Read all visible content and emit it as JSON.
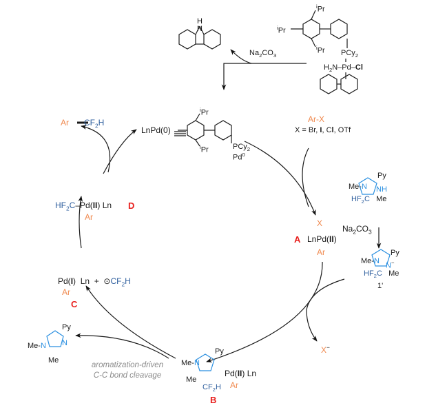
{
  "diagram": {
    "type": "catalytic-cycle",
    "precatalyst": {
      "ligand_substituents": [
        "iPr",
        "iPr",
        "iPr"
      ],
      "phosphine": "PCy2",
      "metal_center": "Pd",
      "amine": "H2N",
      "halide": "Cl"
    },
    "activation": {
      "reagent": "Na2CO3",
      "byproduct": "carbazole"
    },
    "pd0": {
      "label": "LnPd(0)",
      "equiv": "≡",
      "phosphine": "PCy2",
      "metal": "Pd0"
    },
    "substrate": {
      "label": "Ar-X",
      "x_options": "X = Br, I, Cl, OTf"
    },
    "intermediates": {
      "A": {
        "tag": "A",
        "top": "X",
        "center": "LnPd(II)",
        "bottom": "Ar"
      },
      "B": {
        "tag": "B",
        "center": "Pd(II) Ln",
        "bottom": "Ar",
        "cf2h": "CF2H"
      },
      "C": {
        "tag": "C",
        "center": "Pd(I) Ln",
        "bottom": "Ar",
        "radical": "•CF2H"
      },
      "D": {
        "tag": "D",
        "left": "HF2C",
        "center": "Pd(II) Ln",
        "bottom": "Ar"
      }
    },
    "reagent_1": {
      "Me": "Me",
      "Py": "Py",
      "NH": "NH",
      "HF2C": "HF2C"
    },
    "base": "Na2CO3",
    "anion_1p": {
      "label": "1'"
    },
    "leaving": "X−",
    "product": {
      "Ar": "Ar",
      "CF2H": "CF2H"
    },
    "triazole_byproduct": {
      "Me": "Me",
      "Py": "Py"
    },
    "note_line1": "aromatization-driven",
    "note_line2": "C-C bond cleavage"
  }
}
